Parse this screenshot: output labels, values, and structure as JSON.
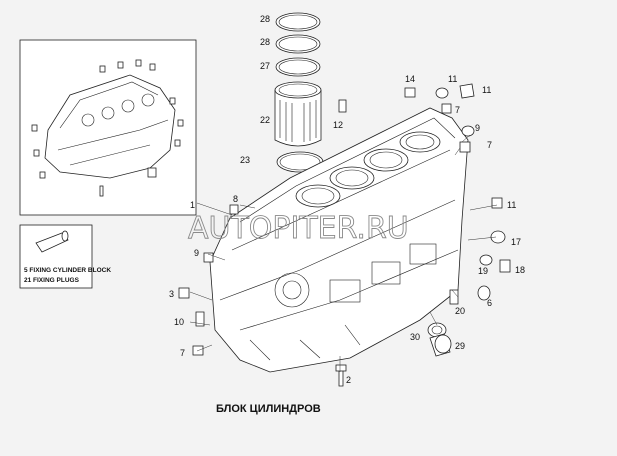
{
  "callouts": [
    {
      "id": "c1",
      "text": "28"
    },
    {
      "id": "c2",
      "text": "28"
    },
    {
      "id": "c3",
      "text": "27"
    },
    {
      "id": "c4",
      "text": "22"
    },
    {
      "id": "c5",
      "text": "23"
    },
    {
      "id": "c6",
      "text": "14"
    },
    {
      "id": "c7",
      "text": "12"
    },
    {
      "id": "c8",
      "text": "11"
    },
    {
      "id": "c9",
      "text": "7"
    },
    {
      "id": "c10",
      "text": "11"
    },
    {
      "id": "c11",
      "text": "9"
    },
    {
      "id": "c12",
      "text": "7"
    },
    {
      "id": "c13",
      "text": "8"
    },
    {
      "id": "c14",
      "text": "1"
    },
    {
      "id": "c15",
      "text": "11"
    },
    {
      "id": "c16",
      "text": "17"
    },
    {
      "id": "c17",
      "text": "9"
    },
    {
      "id": "c18",
      "text": "19"
    },
    {
      "id": "c19",
      "text": "18"
    },
    {
      "id": "c20",
      "text": "6"
    },
    {
      "id": "c21",
      "text": "3"
    },
    {
      "id": "c22",
      "text": "20"
    },
    {
      "id": "c23",
      "text": "10"
    },
    {
      "id": "c24",
      "text": "30"
    },
    {
      "id": "c25",
      "text": "29"
    },
    {
      "id": "c26",
      "text": "7"
    },
    {
      "id": "c27",
      "text": "2"
    }
  ],
  "legend": {
    "line1": "5  FIXING CYLINDER BLOCK",
    "line2": "21  FIXING PLUGS"
  },
  "watermark": "AUTOPITER.RU",
  "caption": "БЛОК ЦИЛИНДРОВ"
}
